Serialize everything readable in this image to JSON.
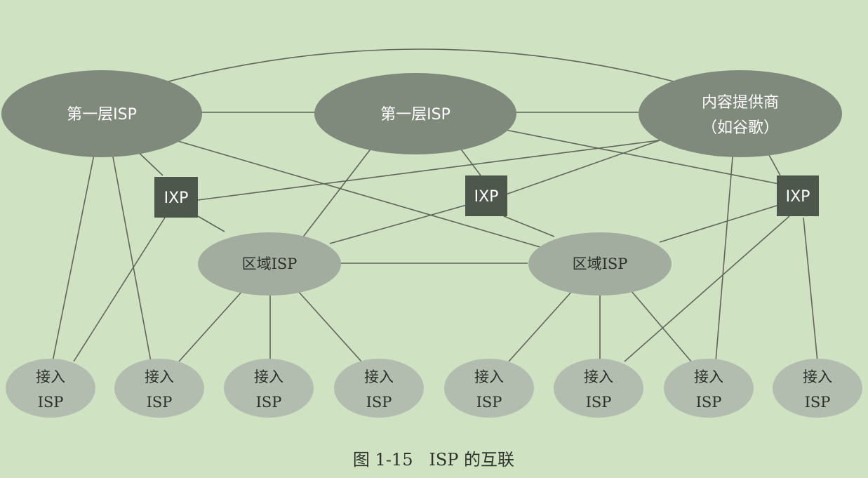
{
  "diagram": {
    "tier1": [
      {
        "label": "第一层ISP"
      },
      {
        "label": "第一层ISP"
      }
    ],
    "content_provider": {
      "line1": "内容提供商",
      "line2": "（如谷歌）"
    },
    "ixp": [
      {
        "label": "IXP"
      },
      {
        "label": "IXP"
      },
      {
        "label": "IXP"
      }
    ],
    "regional": [
      {
        "label": "区域ISP"
      },
      {
        "label": "区域ISP"
      }
    ],
    "access": [
      {
        "line1": "接入",
        "line2": "ISP"
      },
      {
        "line1": "接入",
        "line2": "ISP"
      },
      {
        "line1": "接入",
        "line2": "ISP"
      },
      {
        "line1": "接入",
        "line2": "ISP"
      },
      {
        "line1": "接入",
        "line2": "ISP"
      },
      {
        "line1": "接入",
        "line2": "ISP"
      },
      {
        "line1": "接入",
        "line2": "ISP"
      },
      {
        "line1": "接入",
        "line2": "ISP"
      }
    ],
    "caption": "图 1-15   ISP 的互联"
  }
}
